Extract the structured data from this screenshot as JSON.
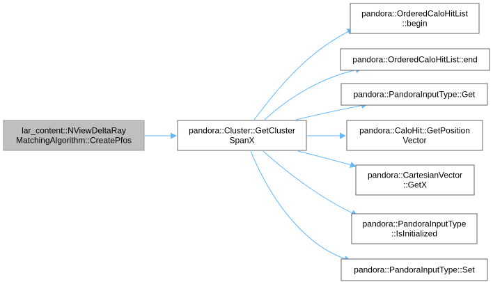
{
  "colors": {
    "edge": "#63b8ff",
    "node_border": "#666666",
    "node_fill": "#ffffff",
    "focus_fill": "#bfbfbf",
    "focus_border": "#999999"
  },
  "nodes": [
    {
      "id": "create_pfos",
      "lines": [
        "lar_content::NViewDeltaRay",
        "MatchingAlgorithm::CreatePfos"
      ],
      "focus": true
    },
    {
      "id": "get_cluster_span_x",
      "lines": [
        "pandora::Cluster::GetCluster",
        "SpanX"
      ],
      "focus": false
    },
    {
      "id": "ordered_begin",
      "lines": [
        "pandora::OrderedCaloHitList",
        "::begin"
      ],
      "focus": false
    },
    {
      "id": "ordered_end",
      "lines": [
        "pandora::OrderedCaloHitList::end"
      ],
      "focus": false
    },
    {
      "id": "input_get",
      "lines": [
        "pandora::PandoraInputType::Get"
      ],
      "focus": false
    },
    {
      "id": "calohit_getpos",
      "lines": [
        "pandora::CaloHit::GetPosition",
        "Vector"
      ],
      "focus": false
    },
    {
      "id": "cartesian_getx",
      "lines": [
        "pandora::CartesianVector",
        "::GetX"
      ],
      "focus": false
    },
    {
      "id": "input_isinit",
      "lines": [
        "pandora::PandoraInputType",
        "::IsInitialized"
      ],
      "focus": false
    },
    {
      "id": "input_set",
      "lines": [
        "pandora::PandoraInputType::Set"
      ],
      "focus": false
    }
  ],
  "edges": [
    {
      "from": "create_pfos",
      "to": "get_cluster_span_x"
    },
    {
      "from": "get_cluster_span_x",
      "to": "ordered_begin"
    },
    {
      "from": "get_cluster_span_x",
      "to": "ordered_end"
    },
    {
      "from": "get_cluster_span_x",
      "to": "input_get"
    },
    {
      "from": "get_cluster_span_x",
      "to": "calohit_getpos"
    },
    {
      "from": "get_cluster_span_x",
      "to": "cartesian_getx"
    },
    {
      "from": "get_cluster_span_x",
      "to": "input_isinit"
    },
    {
      "from": "get_cluster_span_x",
      "to": "input_set"
    }
  ]
}
